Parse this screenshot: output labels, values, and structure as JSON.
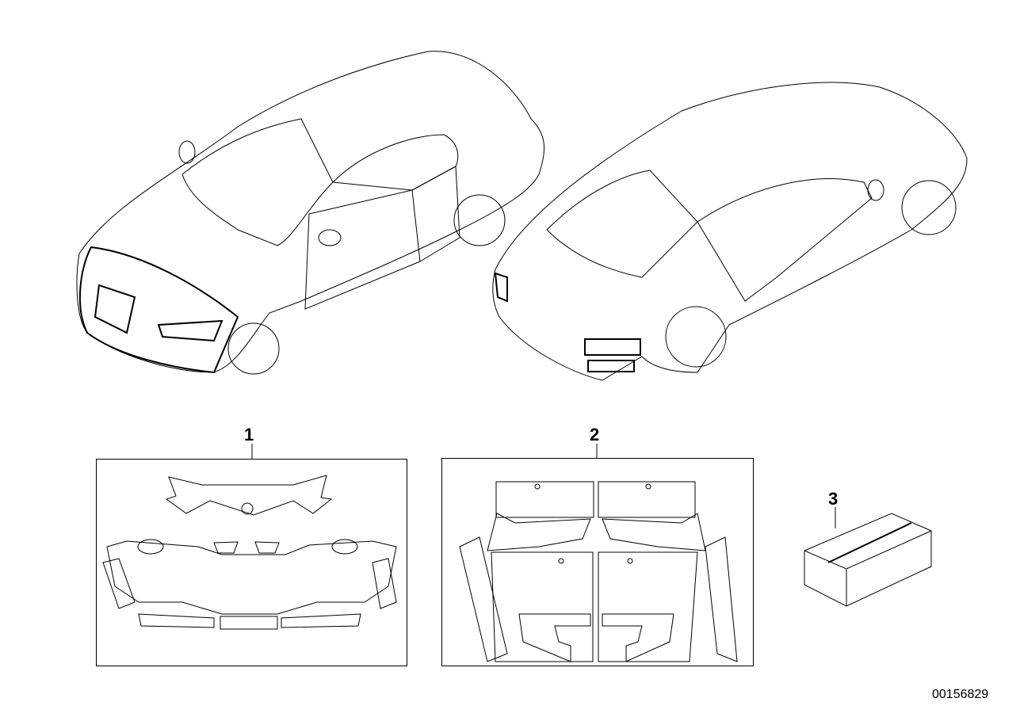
{
  "callouts": [
    {
      "number": "1"
    },
    {
      "number": "2"
    },
    {
      "number": "3"
    }
  ],
  "document_number": "00156829"
}
